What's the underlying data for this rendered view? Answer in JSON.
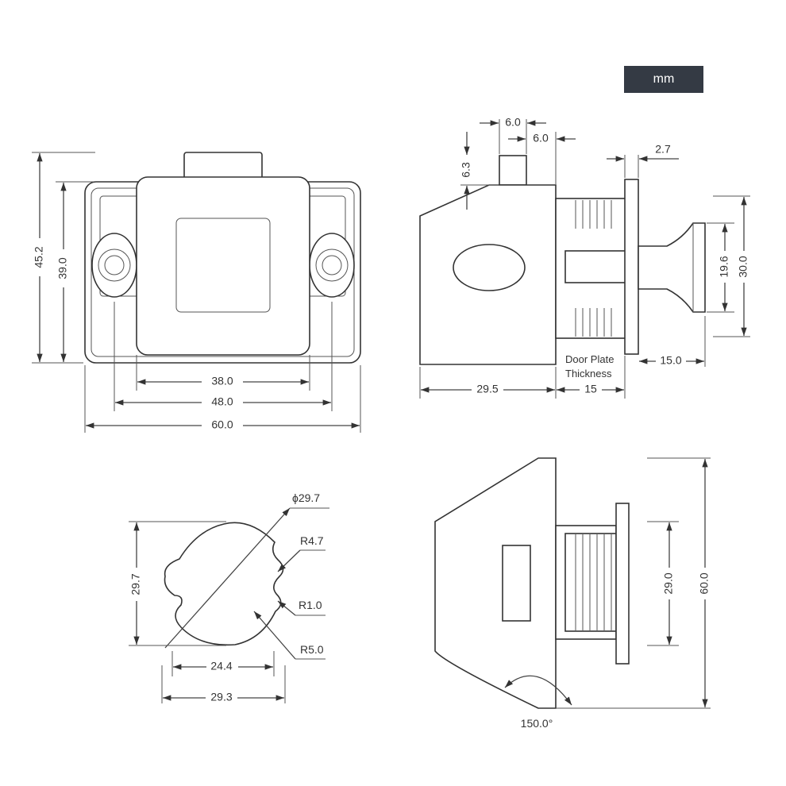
{
  "unit_badge": {
    "label": "mm",
    "color": "#343a44"
  },
  "front_view": {
    "dim_height_outer": "45.2",
    "dim_height_inner": "39.0",
    "dim_width_38": "38.0",
    "dim_width_48": "48.0",
    "dim_width_60": "60.0"
  },
  "side_view": {
    "dim_top_6a": "6.0",
    "dim_top_6b": "6.0",
    "dim_6_3": "6.3",
    "dim_2_7": "2.7",
    "dim_19_6": "19.6",
    "dim_30": "30.0",
    "dim_15_knob": "15.0",
    "dim_29_5": "29.5",
    "dim_15_plate": "15",
    "door_plate_line1": "Door Plate",
    "door_plate_line2": "Thickness"
  },
  "cutout_view": {
    "dim_phi": "ϕ29.7",
    "dim_r47": "R4.7",
    "dim_r10": "R1.0",
    "dim_r50": "R5.0",
    "dim_29_7": "29.7",
    "dim_24_4": "24.4",
    "dim_29_3": "29.3"
  },
  "bottom_side_view": {
    "dim_29": "29.0",
    "dim_60": "60.0",
    "angle": "150.0°"
  }
}
